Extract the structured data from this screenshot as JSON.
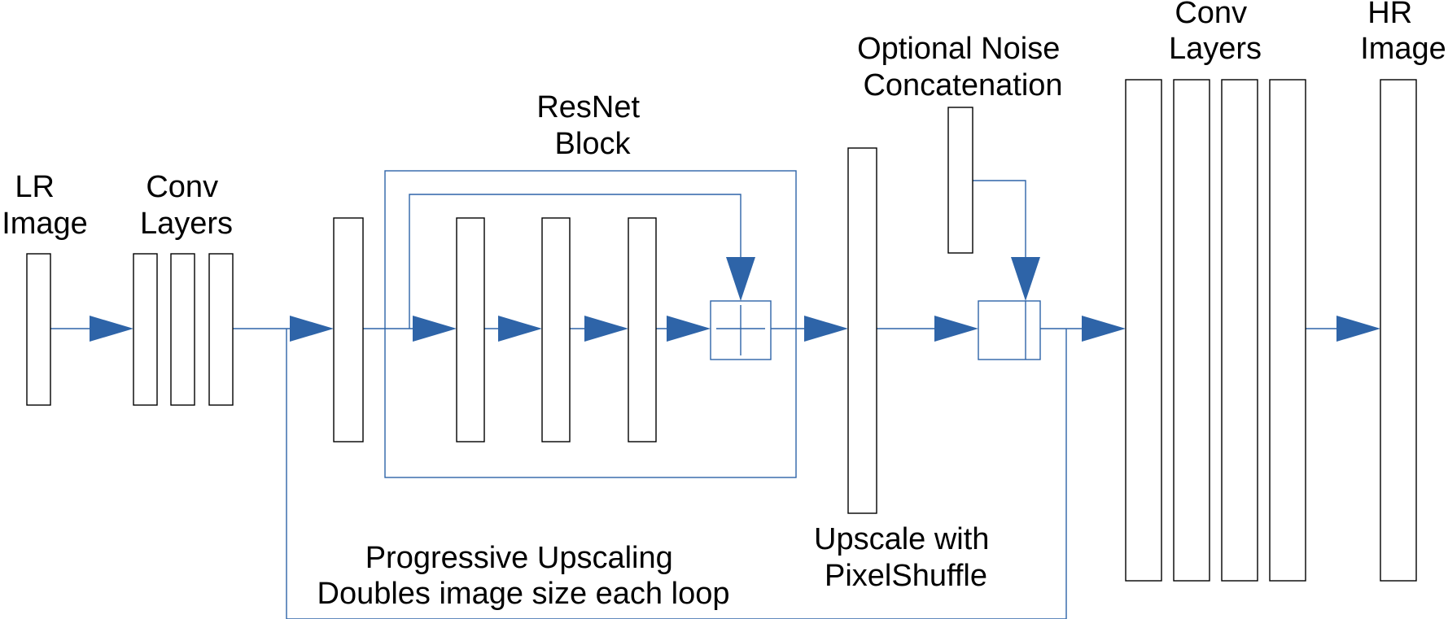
{
  "colors": {
    "flow": "#2e64a8",
    "block_stroke": "#000000",
    "text": "#000000",
    "background": "#ffffff"
  },
  "labels": {
    "lr_image": [
      "LR",
      "Image"
    ],
    "conv_layers_in": [
      "Conv",
      "Layers"
    ],
    "resnet_block": [
      "ResNet",
      "Block"
    ],
    "optional_noise": [
      "Optional Noise",
      "Concatenation"
    ],
    "conv_layers_out": [
      "Conv",
      "Layers"
    ],
    "hr_image": [
      "HR",
      "Image"
    ],
    "upscale": [
      "Upscale with",
      "PixelShuffle"
    ],
    "progressive": [
      "Progressive Upscaling",
      "Doubles image size each loop"
    ]
  },
  "icons": {
    "sum_node": "plus-icon",
    "concat_node": "concat-icon"
  }
}
